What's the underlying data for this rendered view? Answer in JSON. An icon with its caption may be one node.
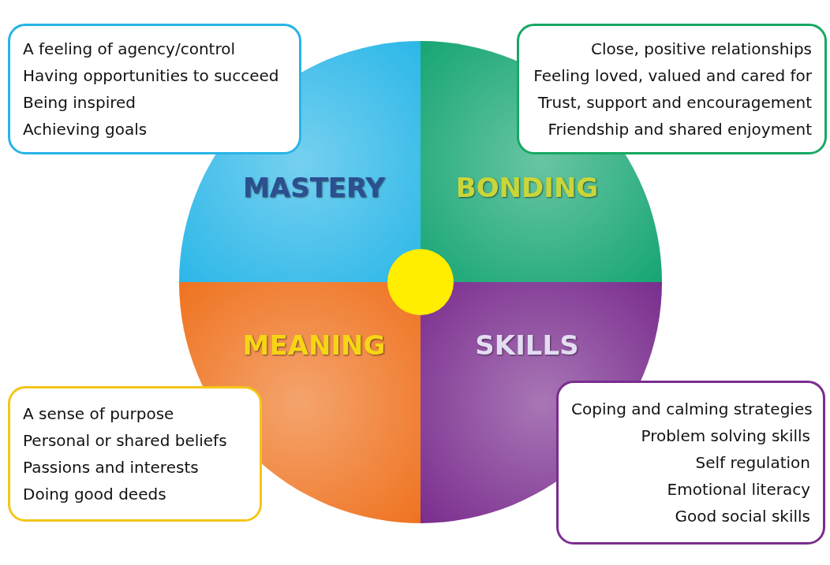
{
  "diagram": {
    "nodes": [
      {
        "text": [
          "A feeling of agency/control",
          "Having opportunities to succeed",
          "Being inspired",
          "Achieving goals"
        ]
      },
      {
        "text": [
          "Close, positive relationships",
          "Feeling loved, valued and cared for",
          "Trust, support and encouragement",
          "Friendship and shared enjoyment"
        ]
      },
      {
        "text": [
          "MASTERY"
        ]
      },
      {
        "text": [
          "BONDING"
        ]
      },
      {
        "text": [],
        "shape": "circle"
      },
      {
        "text": [
          "MEANING"
        ]
      },
      {
        "text": [
          "SKILLS"
        ]
      },
      {
        "text": [
          "A sense of purpose",
          "Personal or shared beliefs",
          "Passions and interests",
          "Doing good deeds"
        ]
      },
      {
        "text": [
          "Coping and calming strategies",
          "Problem solving skills",
          "Self regulation",
          "Emotional literacy",
          "Good social skills"
        ]
      }
    ]
  }
}
